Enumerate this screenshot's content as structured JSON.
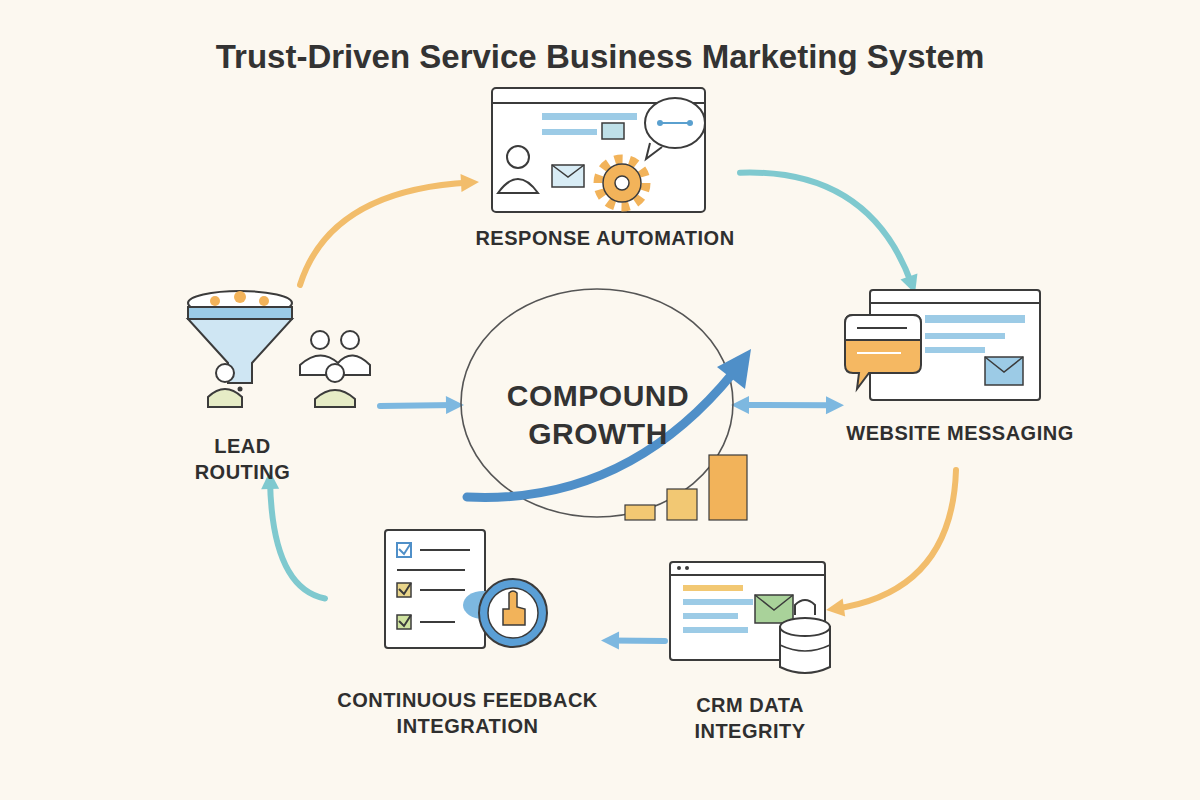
{
  "diagram": {
    "title": "Trust-Driven Service Business Marketing System",
    "nodes": [
      {
        "text": [
          "RESPONSE AUTOMATION"
        ]
      },
      {
        "text": [
          "LEAD ROUTING"
        ]
      },
      {
        "text": [
          "COMPOUND GROWTH"
        ]
      },
      {
        "text": [
          "WEBSITE MESSAGING"
        ]
      },
      {
        "text": [
          "CONTINUOUS FEEDBACK INTEGRATION"
        ]
      },
      {
        "text": [
          "CRM DATA INTEGRITY"
        ]
      }
    ],
    "edges": [
      {
        "from": 1,
        "to": 0,
        "arrow": "to"
      },
      {
        "from": 0,
        "to": 3,
        "arrow": "to"
      },
      {
        "from": 3,
        "to": 5,
        "arrow": "to"
      },
      {
        "from": 5,
        "to": 4,
        "arrow": "to"
      },
      {
        "from": 4,
        "to": 1,
        "arrow": "to"
      },
      {
        "from": 1,
        "to": 2,
        "arrow": "to"
      },
      {
        "from": 2,
        "to": 3,
        "arrow": "both"
      }
    ]
  }
}
